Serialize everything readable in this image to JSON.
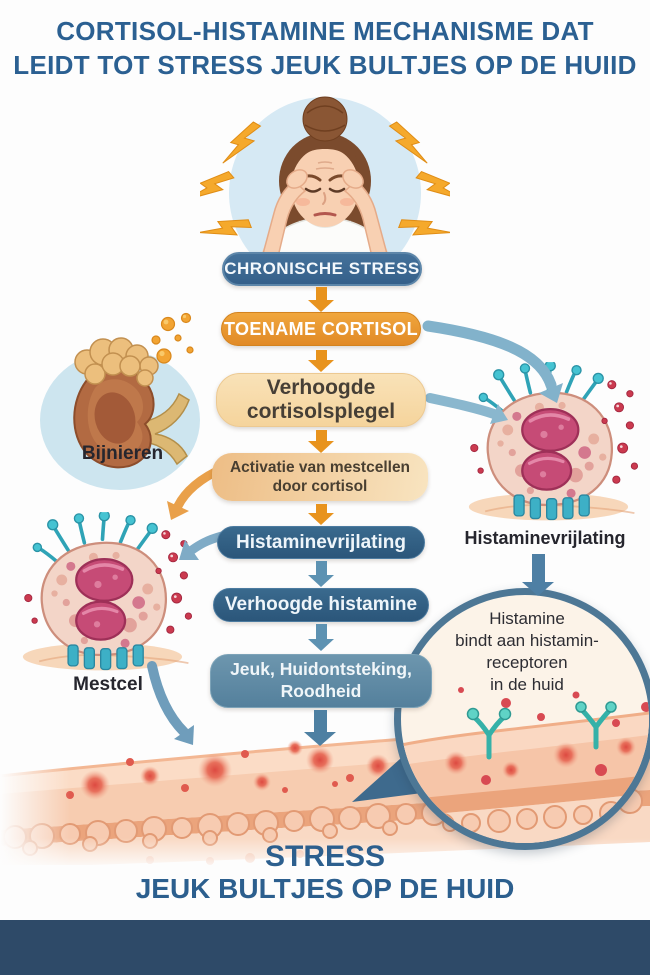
{
  "page": {
    "title_line1": "CORTISOL-HISTAMINE MECHANISME DAT",
    "title_line2": "LEIDT TOT STRESS JEUK BULTJES OP DE HUIID"
  },
  "flow": {
    "chronische_stress": "CHRONISCHE STRESS",
    "toename_cortisol": "TOENAME CORTISOL",
    "verhoogde_cortisolspiegel": "Verhoogde\ncortisolsplegel",
    "activatie_mestcellen": "Activatie van mestcellen\ndoor cortisol",
    "histaminevrijlating": "Histaminevrijlating",
    "verhoogde_histamine": "Verhoogde histamine",
    "gevolgen": "Jeuk, Huidontsteking,\nRoodheid"
  },
  "labels": {
    "bijnieren": "Bijnieren",
    "mestcel": "Mestcel",
    "histaminevrijlating_rechts": "Histaminevrijlating",
    "inset_caption": "Histamine\nbindt aan histamin-\nreceptoren\nin de huid"
  },
  "footer": {
    "line1": "STRESS",
    "line2": "JEUK BULTJES OP DE HUID"
  },
  "colors": {
    "title_blue": "#2b6092",
    "navy_badge": "#3a6286",
    "orange_badge": "#e8922d",
    "cream_box": "#f8dcab",
    "activation_box": "#f2cf9d",
    "blue_badge": "#305d80",
    "result_badge": "#5e89a4",
    "arrow_orange": "#e8931d",
    "arrow_blue": "#5d92b2",
    "inset_border": "#4d7795",
    "footer_bar": "#2e4a68"
  },
  "icons": {
    "lightning": "lightning-bolt",
    "arrow_down": "arrow-down",
    "magnifier": "magnifier-inset"
  }
}
